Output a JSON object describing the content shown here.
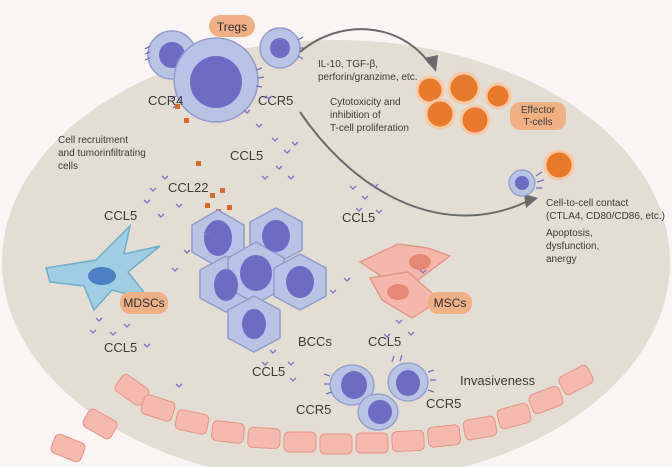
{
  "cells": {
    "tregs": "Tregs",
    "effector_line1": "Effector",
    "effector_line2": "T-cells",
    "mdscs": "MDSCs",
    "mscs": "MSCs",
    "bccs": "BCCs"
  },
  "receptors": {
    "ccr4": "CCR4",
    "ccr5_top": "CCR5",
    "ccr5_bottom_left": "CCR5",
    "ccr5_bottom_right": "CCR5"
  },
  "chemokines": {
    "ccl22": "CCL22",
    "ccl5_top": "CCL5",
    "ccl5_left": "CCL5",
    "ccl5_center_right": "CCL5",
    "ccl5_mdsc": "CCL5",
    "ccl5_bottom": "CCL5",
    "ccl5_msc": "CCL5"
  },
  "annotations": {
    "recruitment": [
      "Cell recruitment",
      "and tumorinfiltrating",
      "cells"
    ],
    "cytokines": [
      "IL-10, TGF-β,",
      "perforin/granzime, etc."
    ],
    "cytotoxicity": [
      "Cytotoxicity and",
      "inhibition of",
      "T-cell proliferation"
    ],
    "contact": [
      "Cell-to-cell contact",
      "(CTLA4, CD80/CD86, etc.)"
    ],
    "outcome": [
      "Apoptosis,",
      "dysfunction,",
      "anergy"
    ],
    "invasiveness": "Invasiveness"
  },
  "colors": {
    "background": "#fbf5f5",
    "stroma": "#e4ddd3",
    "cell_fill": "#b9c3e6",
    "nucleus": "#6d6cc3",
    "effector": "#e8782a",
    "pill": "#f1b084",
    "mdsc": "#9fcde4",
    "msc": "#f4b8aa",
    "epithelium": "#f6b9ad"
  }
}
